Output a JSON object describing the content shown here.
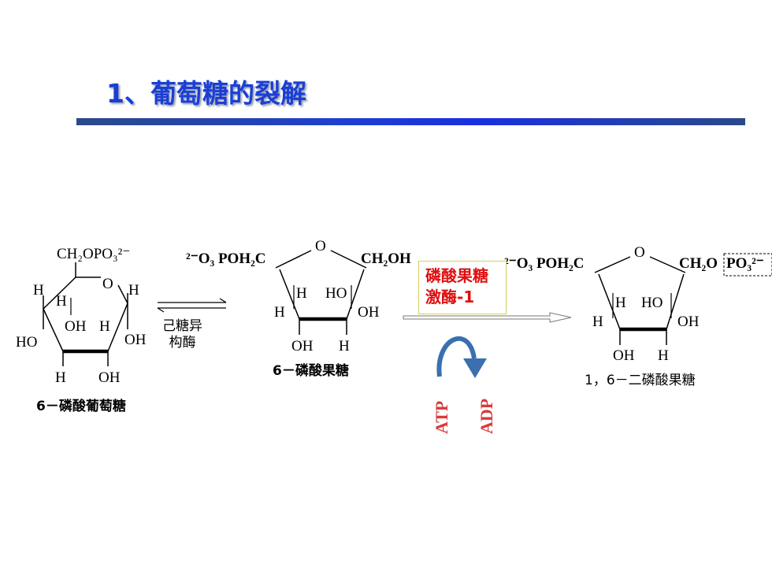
{
  "title": "1、葡萄糖的裂解",
  "molecules": {
    "g6p": {
      "name": "6－磷酸葡萄糖",
      "top_group": "CH₂OPO₃²⁻",
      "ring_o": "O",
      "h1": "H",
      "h2": "H",
      "h3": "H",
      "h4": "H",
      "h5": "H",
      "oh1": "OH",
      "oh2": "OH",
      "oh3": "OH",
      "ho": "HO"
    },
    "f6p": {
      "name": "6－磷酸果糖",
      "left_group": "²⁻O₃ POH₂C",
      "right_group": "CH₂OH",
      "ring_o": "O",
      "h1": "H",
      "h2": "H",
      "h3": "H",
      "ho": "HO",
      "oh1": "OH",
      "oh2": "OH"
    },
    "f16bp": {
      "name": "1，6－二磷酸果糖",
      "left_group": "²⁻O₃ POH₂C",
      "right_group_a": "CH₂O",
      "right_group_b": "PO₃²⁻",
      "ring_o": "O",
      "h1": "H",
      "h2": "H",
      "h3": "H",
      "ho": "HO",
      "oh1": "OH",
      "oh2": "OH"
    }
  },
  "enzymes": {
    "isomerase": [
      "己糖异",
      "构酶"
    ],
    "kinase": [
      "磷酸果糖",
      "激酶-1"
    ]
  },
  "cofactors": {
    "atp": "ATP",
    "adp": "ADP"
  },
  "colors": {
    "title": "#1a3fd6",
    "enzyme": "#e01010",
    "cofactor": "#d83a3a",
    "curve_arrow": "#3a6fb0"
  }
}
